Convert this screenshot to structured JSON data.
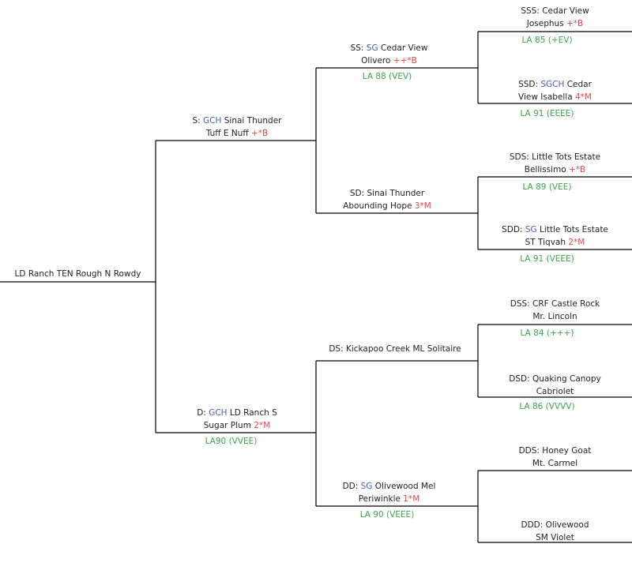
{
  "colors": {
    "line": "#000000",
    "title": "#4a5fb5",
    "award": "#e0474c",
    "la": "#3aa54a",
    "text": "#222222"
  },
  "subject": {
    "lines": [
      [
        {
          "t": "LD Ranch TEN Rough N Rowdy"
        }
      ]
    ]
  },
  "sire": {
    "lines": [
      [
        {
          "t": "S: "
        },
        {
          "t": "GCH",
          "c": "title"
        },
        {
          "t": " Sinai Thunder"
        }
      ],
      [
        {
          "t": "Tuff E Nuff "
        },
        {
          "t": "+*B",
          "c": "award"
        }
      ]
    ]
  },
  "dam": {
    "lines": [
      [
        {
          "t": "D: "
        },
        {
          "t": "GCH",
          "c": "title"
        },
        {
          "t": " LD Ranch S"
        }
      ],
      [
        {
          "t": "Sugar Plum "
        },
        {
          "t": "2*M",
          "c": "award"
        }
      ]
    ],
    "la": "LA90 (VVEE)"
  },
  "ss": {
    "lines": [
      [
        {
          "t": "SS: "
        },
        {
          "t": "SG",
          "c": "title"
        },
        {
          "t": " Cedar View"
        }
      ],
      [
        {
          "t": "Olivero "
        },
        {
          "t": "++*B",
          "c": "award"
        }
      ]
    ],
    "la": "LA 88 (VEV)"
  },
  "sd": {
    "lines": [
      [
        {
          "t": "SD: Sinai Thunder"
        }
      ],
      [
        {
          "t": "Abounding Hope "
        },
        {
          "t": "3*M",
          "c": "award"
        }
      ]
    ]
  },
  "ds": {
    "lines": [
      [
        {
          "t": "DS: Kickapoo Creek ML Solitaire"
        }
      ]
    ]
  },
  "dd": {
    "lines": [
      [
        {
          "t": "DD: "
        },
        {
          "t": "SG",
          "c": "title"
        },
        {
          "t": " Olivewood Mel"
        }
      ],
      [
        {
          "t": "Periwinkle "
        },
        {
          "t": "1*M",
          "c": "award"
        }
      ]
    ],
    "la": "LA 90 (VEEE)"
  },
  "sss": {
    "lines": [
      [
        {
          "t": "SSS: Cedar View"
        }
      ],
      [
        {
          "t": "Josephus "
        },
        {
          "t": "+*B",
          "c": "award"
        }
      ]
    ],
    "la": "LA 85 (+EV)"
  },
  "ssd": {
    "lines": [
      [
        {
          "t": "SSD: "
        },
        {
          "t": "SGCH",
          "c": "title"
        },
        {
          "t": " Cedar"
        }
      ],
      [
        {
          "t": "View Isabella "
        },
        {
          "t": "4*M",
          "c": "award"
        }
      ]
    ],
    "la": "LA 91 (EEEE)"
  },
  "sds": {
    "lines": [
      [
        {
          "t": "SDS: Little Tots Estate"
        }
      ],
      [
        {
          "t": "Bellissimo "
        },
        {
          "t": "+*B",
          "c": "award"
        }
      ]
    ],
    "la": "LA 89 (VEE)"
  },
  "sdd": {
    "lines": [
      [
        {
          "t": "SDD: "
        },
        {
          "t": "SG",
          "c": "title"
        },
        {
          "t": " Little Tots Estate"
        }
      ],
      [
        {
          "t": "ST Tiqvah "
        },
        {
          "t": "2*M",
          "c": "award"
        }
      ]
    ],
    "la": "LA 91 (VEEE)"
  },
  "dss": {
    "lines": [
      [
        {
          "t": "DSS: CRF Castle Rock"
        }
      ],
      [
        {
          "t": "Mr. Lincoln"
        }
      ]
    ],
    "la": "LA 84 (+++)"
  },
  "dsd": {
    "lines": [
      [
        {
          "t": "DSD: Quaking Canopy"
        }
      ],
      [
        {
          "t": "Cabriolet"
        }
      ]
    ],
    "la": "LA 86 (VVVV)"
  },
  "dds": {
    "lines": [
      [
        {
          "t": "DDS: Honey Goat"
        }
      ],
      [
        {
          "t": "Mt. Carmel"
        }
      ]
    ]
  },
  "ddd": {
    "lines": [
      [
        {
          "t": "DDD: Olivewood"
        }
      ],
      [
        {
          "t": "SM Violet"
        }
      ]
    ]
  }
}
